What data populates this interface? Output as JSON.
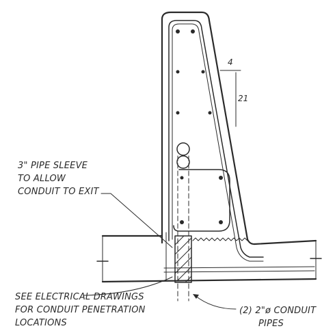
{
  "slope": {
    "run": "4",
    "rise": "21"
  },
  "notes": {
    "pipe_sleeve": [
      "3\" PIPE SLEEVE",
      "TO ALLOW",
      "CONDUIT TO EXIT"
    ],
    "electrical": [
      "SEE ELECTRICAL DRAWINGS",
      "FOR CONDUIT PENETRATION",
      "LOCATIONS"
    ],
    "conduit": [
      "(2) 2\"ø CONDUIT",
      "PIPES"
    ]
  }
}
